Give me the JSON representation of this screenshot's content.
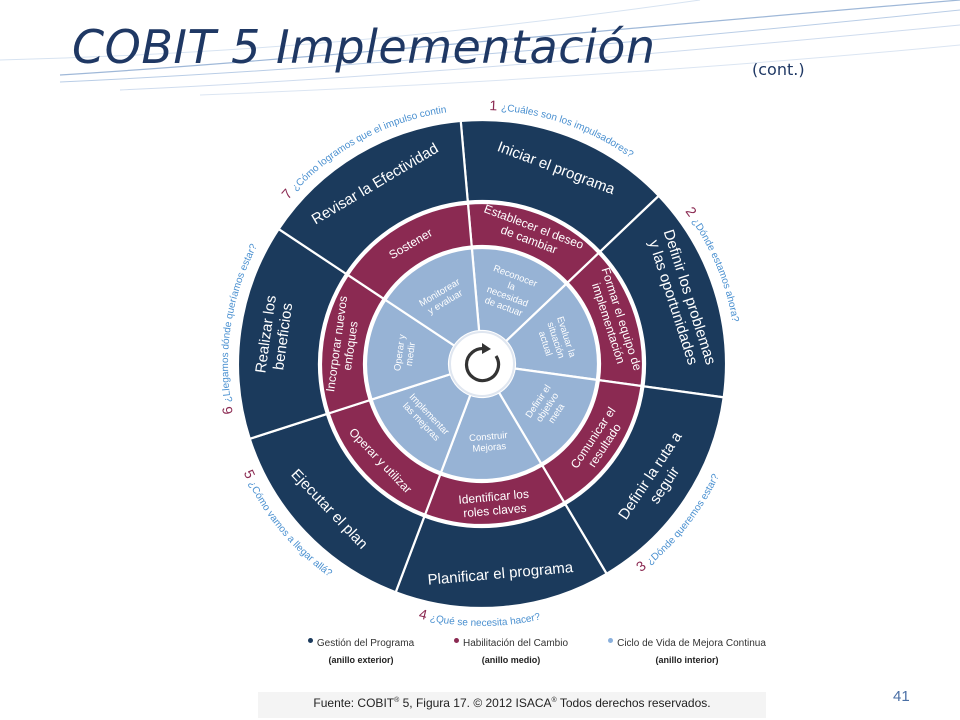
{
  "title": "COBIT 5 Implementación",
  "title_suffix": "(cont.)",
  "outer_ring": [
    {
      "label": "Iniciar el programa"
    },
    {
      "label": "Definir los problemas y las oportunidades"
    },
    {
      "label": "Definir la ruta a seguir"
    },
    {
      "label": "Planificar el programa"
    },
    {
      "label": "Ejecutar el plan"
    },
    {
      "label": "Realizar los beneficios"
    },
    {
      "label": "Revisar la Efectividad"
    }
  ],
  "middle_ring": [
    {
      "label": "Establecer el deseo de cambiar"
    },
    {
      "label": "Formar el equipo de implementación"
    },
    {
      "label": "Comunicar el resultado"
    },
    {
      "label": "Identificar los roles claves"
    },
    {
      "label": "Operar y utilizar"
    },
    {
      "label": "Incorporar nuevos enfoques"
    },
    {
      "label": "Sostener"
    }
  ],
  "inner_ring": [
    {
      "label": "Reconocer la necesidad de actuar"
    },
    {
      "label": "Evaluar la situación actual"
    },
    {
      "label": "Definir el objetivo meta"
    },
    {
      "label": "Construir Mejoras"
    },
    {
      "label": "Implementar las mejoras"
    },
    {
      "label": "Operar y medir"
    },
    {
      "label": "Monitorear y evaluar"
    }
  ],
  "questions": [
    {
      "number": "1",
      "text": "¿Cuáles son los impulsadores?"
    },
    {
      "number": "2",
      "text": "¿Dónde estamos ahora?"
    },
    {
      "number": "3",
      "text": "¿Dónde queremos estar?"
    },
    {
      "number": "4",
      "text": "¿Qué se necesita hacer?"
    },
    {
      "number": "5",
      "text": "¿Cómo vamos a llegar allá?"
    },
    {
      "number": "6",
      "text": "¿Llegamos dónde queríamos estar?"
    },
    {
      "number": "7",
      "text": "¿Cómo logramos que el impulso continúe?"
    }
  ],
  "legend": [
    {
      "label": "Gestión del Programa",
      "sub": "(anillo exterior)",
      "color": "#1b3a5c"
    },
    {
      "label": "Habilitación del Cambio",
      "sub": "(anillo medio)",
      "color": "#8b2a52"
    },
    {
      "label": "Ciclo de Vida de Mejora Continua",
      "sub": "(anillo interior)",
      "color": "#8ab0dc"
    }
  ],
  "colors": {
    "outer": "#1b3a5c",
    "middle": "#8b2a52",
    "inner": "#97b3d5",
    "question_text": "#4a90d0",
    "question_number": "#8b2a52",
    "title": "#1f3864"
  },
  "footer": {
    "prefix": "Fuente:  COBIT",
    "reg1": "®",
    "middle": " 5, Figura 17. © 2012 ISACA",
    "reg2": "®",
    "suffix": "  Todos derechos reservados."
  },
  "slide_number": "41"
}
